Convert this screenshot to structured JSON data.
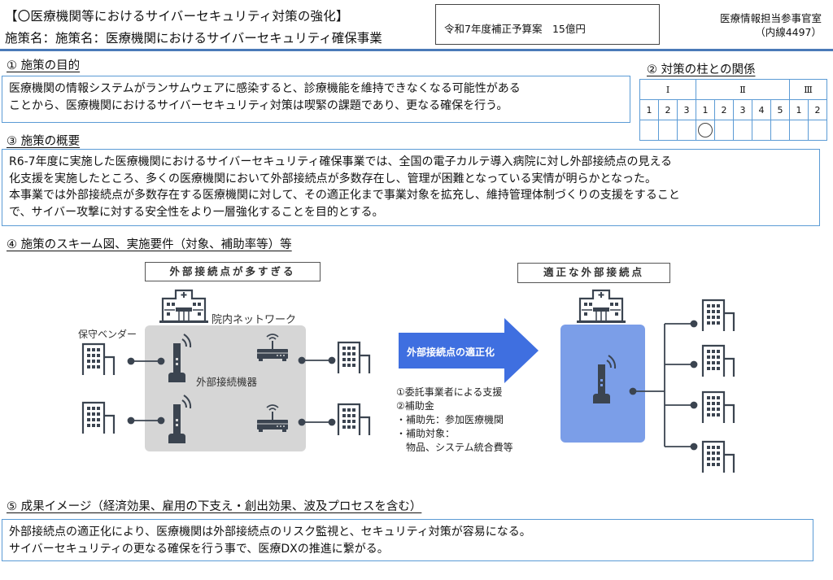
{
  "header": {
    "title": "【〇医療機関等におけるサイバーセキュリティ対策の強化】",
    "subtitle": "施策名：施策名：医療機関におけるサイバーセキュリティ確保事業",
    "budget": "令和7年度補正予算案　15億円",
    "office_name": "医療情報担当参事官室",
    "office_ext": "（内線4497）"
  },
  "section1": {
    "heading": "①  施策の目的",
    "lines": [
      "医療機関の情報システムがランサムウェアに感染すると、診療機能を維持できなくなる可能性がある",
      "ことから、医療機関におけるサイバーセキュリティ対策は喫緊の課題であり、更なる確保を行う。"
    ]
  },
  "section2": {
    "heading": "②  対策の柱との関係",
    "groups": [
      {
        "label": "Ⅰ",
        "items": [
          "1",
          "2",
          "3"
        ]
      },
      {
        "label": "Ⅱ",
        "items": [
          "1",
          "2",
          "3",
          "4",
          "5"
        ]
      },
      {
        "label": "Ⅲ",
        "items": [
          "1",
          "2"
        ]
      }
    ],
    "selected": {
      "group": "Ⅱ",
      "item": "1",
      "mark": "〇"
    }
  },
  "section3": {
    "heading": "③  施策の概要",
    "lines": [
      "R6-7年度に実施した医療機関におけるサイバーセキュリティ確保事業では、全国の電子カルテ導入病院に対し外部接続点の見える",
      "化支援を実施したところ、多くの医療機関において外部接続点が多数存在し、管理が困難となっている実情が明らかとなった。",
      "本事業では外部接続点が多数存在する医療機関に対して、その適正化まで事業対象を拡充し、維持管理体制づくりの支援をすること",
      "で、サイバー攻撃に対する安全性をより一層強化することを目的とする。"
    ]
  },
  "section4": {
    "heading": "④  施策のスキーム図、実施要件（対象、補助率等）等",
    "before": {
      "title": "外部接続点が多すぎる",
      "network_label": "院内ネットワーク",
      "vendor_label": "保守ベンダー",
      "device_label": "外部接続機器"
    },
    "arrow_label": "外部接続点の適正化",
    "notes": [
      "①委託事業者による支援",
      "②補助金",
      "・補助先：参加医療機関",
      "・補助対象：",
      "　物品、システム統合費等"
    ],
    "after": {
      "title": "適正な外部接続点"
    },
    "icons": {
      "hospital": "hospital-icon",
      "building": "office-building-icon",
      "router": "router-icon",
      "access_point": "wireless-access-point-icon"
    },
    "colors": {
      "arrow": "#3f6fe0",
      "after_network": "#7b9ee8",
      "before_network": "#d6d6d6",
      "icon": "#3b4450"
    }
  },
  "section5": {
    "heading": "⑤ 成果イメージ（経済効果、雇用の下支え・創出効果、波及プロセスを含む）",
    "lines": [
      "外部接続点の適正化により、医療機関は外部接続点のリスク監視と、セキュリティ対策が容易になる。",
      "サイバーセキュリティの更なる確保を行う事で、医療DXの推進に繋がる。"
    ]
  },
  "colors": {
    "rule": "#4a7ab8",
    "box_border": "#5b9bd5"
  }
}
